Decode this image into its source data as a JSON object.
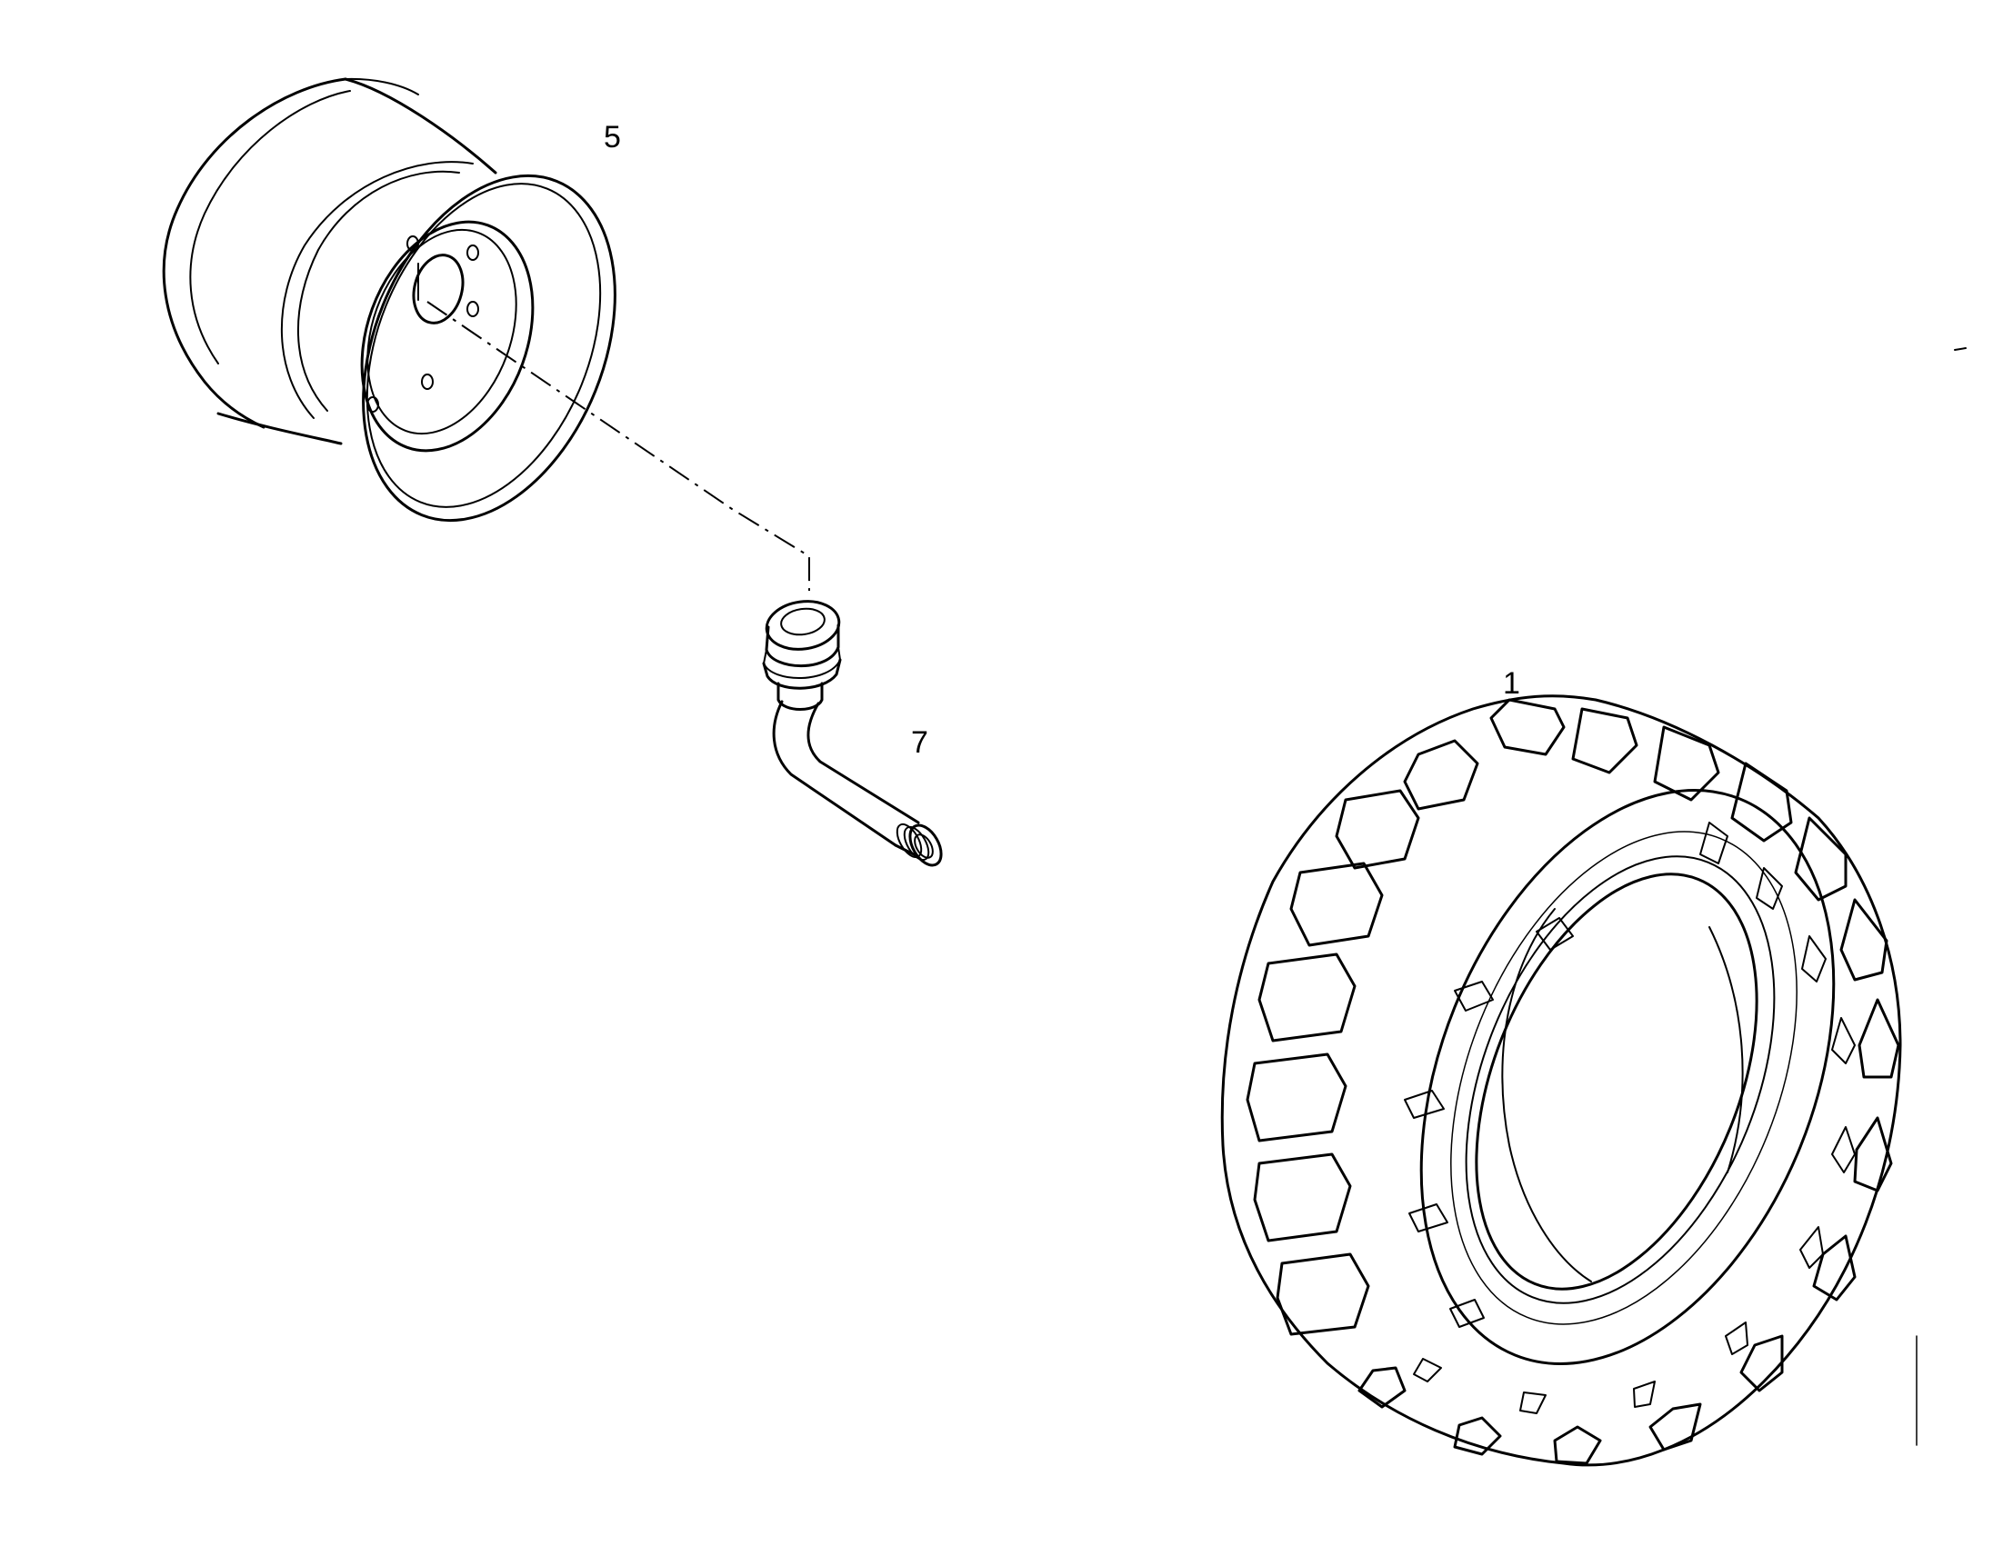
{
  "diagram": {
    "callouts": [
      {
        "id": "rim",
        "label": "5"
      },
      {
        "id": "valve",
        "label": "7"
      },
      {
        "id": "tire",
        "label": "1"
      }
    ],
    "parts": {
      "rim": "wheel-rim",
      "valve": "tire-valve",
      "tire": "tractor-tire"
    },
    "ink_color": "#000000",
    "background_color": "#ffffff"
  }
}
